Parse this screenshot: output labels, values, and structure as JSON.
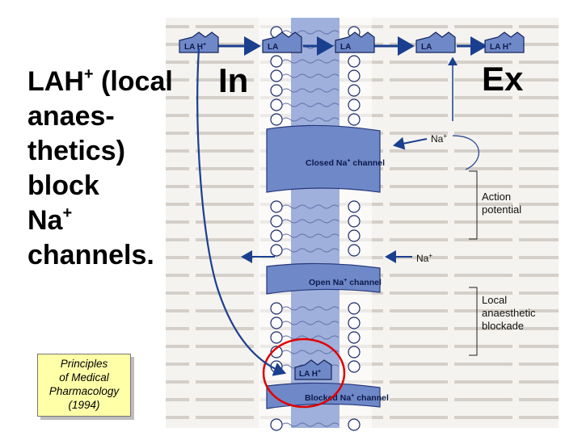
{
  "title": {
    "line1": "LAH",
    "line1_sup": "+",
    "line1_rest": " (local",
    "line2": "anaes-",
    "line3": "thetics)",
    "line4": "block",
    "line5": "Na",
    "line5_sup": "+",
    "line6": "channels."
  },
  "labels": {
    "inside": "In",
    "outside": "Ex"
  },
  "citation": {
    "line1": "Principles",
    "line2": "of Medical",
    "line3": "Pharmacology",
    "line4": "(1994)"
  },
  "diagram": {
    "drug_top": [
      "LA H",
      "LA",
      "LA",
      "LA",
      "LA H"
    ],
    "drug_top_sup": "+",
    "na_ion": "Na",
    "na_ion_sup": "+",
    "closed_channel": "Closed Na",
    "closed_channel_rest": " channel",
    "open_channel": "Open Na",
    "open_channel_rest": " channel",
    "blocked_channel": "Blocked Na",
    "blocked_channel_rest": " channel",
    "bound_drug": "LA H",
    "action_potential_1": "Action",
    "action_potential_2": "potential",
    "local_block_1": "Local",
    "local_block_2": "anaesthetic",
    "local_block_3": "blockade",
    "colors": {
      "membrane": "#7c93cf",
      "lipid_head": "#ffffff",
      "arrow": "#1a3f8f",
      "highlight": "#e00000",
      "background_page": "#ffffff",
      "photo_text": "#8a8a8a"
    }
  }
}
